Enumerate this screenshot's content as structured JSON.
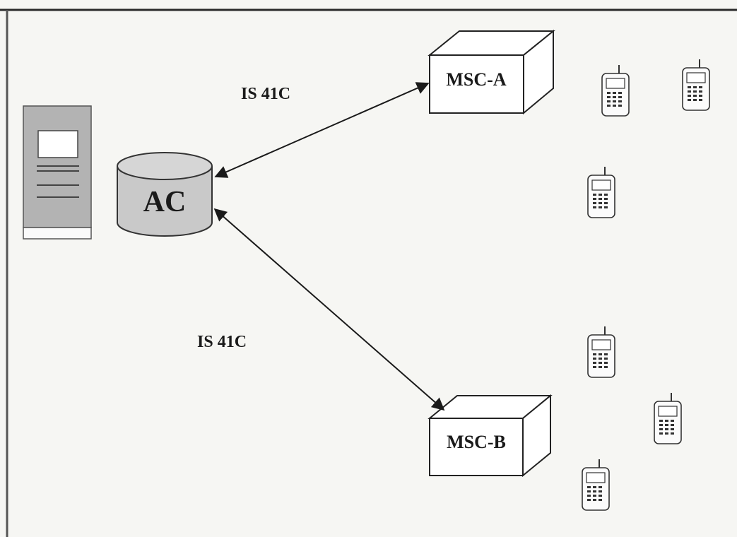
{
  "links": {
    "upper_label": "IS 41C",
    "lower_label": "IS 41C"
  },
  "nodes": {
    "ac": "AC",
    "msc_a": "MSC-A",
    "msc_b": "MSC-B"
  },
  "colors": {
    "background": "#f6f6f3",
    "frame": "#2a2a2a",
    "line": "#1a1a1a",
    "cylinder_fill": "#c9c9c9",
    "server_fill": "#b3b3b3"
  },
  "icons": {
    "server": "server-icon",
    "database": "database-icon",
    "phone": "mobile-phone-icon"
  }
}
